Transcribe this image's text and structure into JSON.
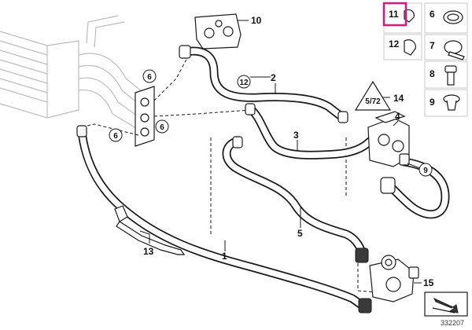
{
  "callouts": {
    "hose_1": "1",
    "hose_2": "2",
    "hose_3": "3",
    "valve_4": "4",
    "hose_5": "5",
    "clamp_6_top": "6",
    "clamp_6_mid": "6",
    "clamp_6_left": "6",
    "clamp_9": "9",
    "bracket_10": "10",
    "clip_12": "12",
    "tie_13": "13",
    "label_14": "14",
    "pump_15": "15"
  },
  "parts_grid": {
    "cells": [
      {
        "number": "11",
        "highlighted": true
      },
      {
        "number": "6",
        "highlighted": false
      },
      {
        "number": "12",
        "highlighted": false
      },
      {
        "number": "7",
        "highlighted": false
      },
      {
        "number": "8",
        "highlighted": false
      },
      {
        "number": "9",
        "highlighted": false
      }
    ]
  },
  "warning_label_text": "5/72",
  "diagram_id": "332207",
  "colors": {
    "highlight": "#e0157a",
    "line": "#1a1a1a",
    "ghost": "#bdbdbd"
  }
}
